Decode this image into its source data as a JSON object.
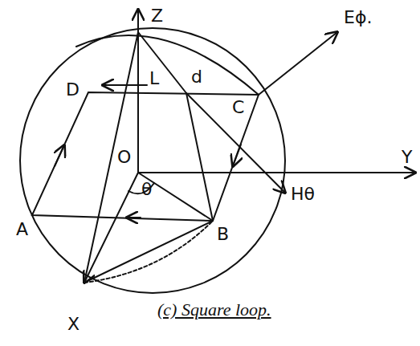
{
  "diagram": {
    "caption": "(c) Square loop.",
    "labels": [
      "Z",
      "Eϕ.",
      "D",
      "L",
      "d",
      "C",
      "O",
      "Y",
      "θ",
      "A",
      "B",
      "Hθ",
      "X"
    ]
  }
}
